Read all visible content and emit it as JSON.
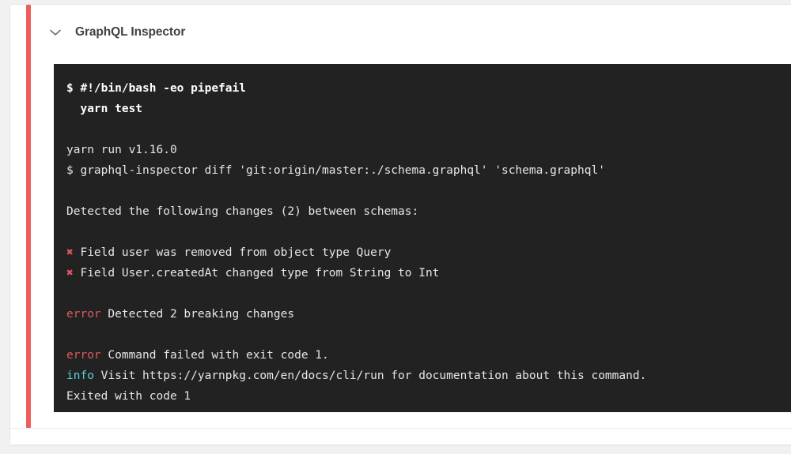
{
  "step": {
    "title": "GraphQL Inspector",
    "collapse_icon": "chevron-down-icon",
    "status_color": "#eb5e5c"
  },
  "terminal": {
    "background": "#222222",
    "text_color": "#e6e6e6",
    "error_color": "#e0575f",
    "info_color": "#56d0de",
    "lines": [
      {
        "id": "l1",
        "type": "command",
        "text": "$ #!/bin/bash -eo pipefail"
      },
      {
        "id": "l2",
        "type": "command",
        "text": "  yarn test"
      },
      {
        "id": "l3",
        "type": "blank",
        "text": ""
      },
      {
        "id": "l4",
        "type": "output",
        "text": "yarn run v1.16.0"
      },
      {
        "id": "l5",
        "type": "output",
        "text": "$ graphql-inspector diff 'git:origin/master:./schema.graphql' 'schema.graphql'"
      },
      {
        "id": "l6",
        "type": "blank",
        "text": ""
      },
      {
        "id": "l7",
        "type": "output",
        "text": "Detected the following changes (2) between schemas:"
      },
      {
        "id": "l8",
        "type": "blank",
        "text": ""
      },
      {
        "id": "l9",
        "type": "change",
        "marker": "✖",
        "text": " Field user was removed from object type Query"
      },
      {
        "id": "l10",
        "type": "change",
        "marker": "✖",
        "text": " Field User.createdAt changed type from String to Int"
      },
      {
        "id": "l11",
        "type": "blank",
        "text": ""
      },
      {
        "id": "l12",
        "type": "level",
        "level": "error",
        "text": " Detected 2 breaking changes"
      },
      {
        "id": "l13",
        "type": "blank",
        "text": ""
      },
      {
        "id": "l14",
        "type": "level",
        "level": "error",
        "text": " Command failed with exit code 1."
      },
      {
        "id": "l15",
        "type": "level",
        "level": "info",
        "text": " Visit https://yarnpkg.com/en/docs/cli/run for documentation about this command."
      },
      {
        "id": "l16",
        "type": "output",
        "text": "Exited with code 1"
      }
    ]
  }
}
